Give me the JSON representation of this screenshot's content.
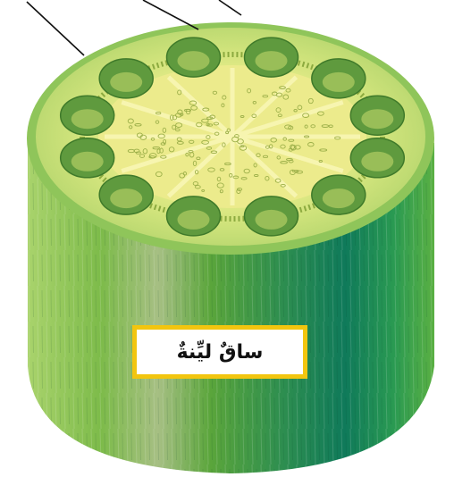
{
  "diagram": {
    "label": "ساقٌ ليِّنةٌ",
    "colors": {
      "label_border": "#f2c50f",
      "epidermis": "#8fc55a",
      "cortex": "#c9e07a",
      "pith": "#e8ec8c",
      "bundle": "#5f9a3e",
      "side_light": "#9ccc65",
      "side_dark": "#0f7a5a",
      "pointer_lines": "#111111"
    },
    "pointer_lines": 3,
    "vascular_bundles": 12
  }
}
